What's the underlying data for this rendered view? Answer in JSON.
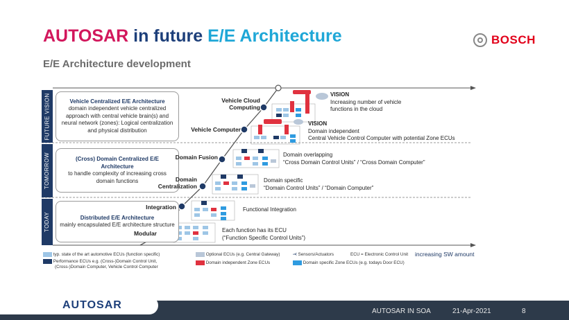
{
  "header": {
    "title_parts": [
      "AUTOSAR",
      "in",
      "future",
      "E/E Architecture"
    ],
    "subtitle": "E/E Architecture development",
    "brand": "BOSCH"
  },
  "bands": [
    {
      "label": "FUTURE VISION"
    },
    {
      "label": "TOMORROW"
    },
    {
      "label": "TODAY"
    }
  ],
  "left_boxes": [
    {
      "heading": "Vehicle Centralized E/E Architecture",
      "body": "domain independent vehicle centralized approach with central vehicle brain(s) and neural network (zones): Logical centralization and physical distribution"
    },
    {
      "heading": "(Cross) Domain Centralized E/E Architecture",
      "body": "to handle complexity of increasing cross domain functions"
    },
    {
      "heading": "Distributed E/E Architecture",
      "body": "mainly encapsulated E/E architecture structure"
    }
  ],
  "stages": [
    {
      "label": "Vehicle Cloud Computing"
    },
    {
      "label": "Vehicle Computer"
    },
    {
      "label": "Domain Fusion"
    },
    {
      "label": "Domain Centralization"
    },
    {
      "label": "Integration"
    },
    {
      "label": "Modular"
    }
  ],
  "descriptions": [
    {
      "heading": "VISION",
      "lines": [
        "Increasing number of vehicle",
        "functions in the cloud"
      ]
    },
    {
      "heading": "VISION",
      "lines": [
        "Domain independent",
        "Central Vehicle Control Computer with potential Zone ECUs"
      ]
    },
    {
      "heading": "",
      "lines": [
        "Domain overlapping",
        "“Cross Domain Control Units” / “Cross Domain Computer”"
      ]
    },
    {
      "heading": "",
      "lines": [
        "Domain specific",
        "“Domain Control Units” / “Domain Computer”"
      ]
    },
    {
      "heading": "",
      "lines": [
        "Functional Integration"
      ]
    },
    {
      "heading": "",
      "lines": [
        "Each function has its ECU",
        "(“Function Specific Control Units”)"
      ]
    }
  ],
  "axis": {
    "x_label": "increasing SW amount"
  },
  "legend": {
    "typ": "typ. state of the art automotive ECUs (function specific)",
    "perf_1": "Performance ECUs e.g. (Cross-)Domain Control Unit,",
    "perf_2": "(Cross-)Domain Computer, Vehicle Control Computer",
    "optional": "Optional ECUs (e.g. Central Gateway)",
    "sensors": "Sensors/Actuators",
    "ecu_def": "ECU = Electronic Control Unit",
    "zone_indep": "Domain independent Zone ECUs",
    "zone_spec": "Domain specific Zone ECUs (e.g. todays Door ECU)"
  },
  "footer": {
    "logo": "AUTOSAR",
    "section": "AUTOSAR IN SOA",
    "date": "21-Apr-2021",
    "page": "8"
  },
  "colors": {
    "navy": "#1f3a66",
    "red": "#e0323f",
    "light_blue": "#9ec6e6",
    "blue": "#2f9be0",
    "gray_ecu": "#b9c7d8",
    "footer_bg": "#2d3a4a"
  }
}
